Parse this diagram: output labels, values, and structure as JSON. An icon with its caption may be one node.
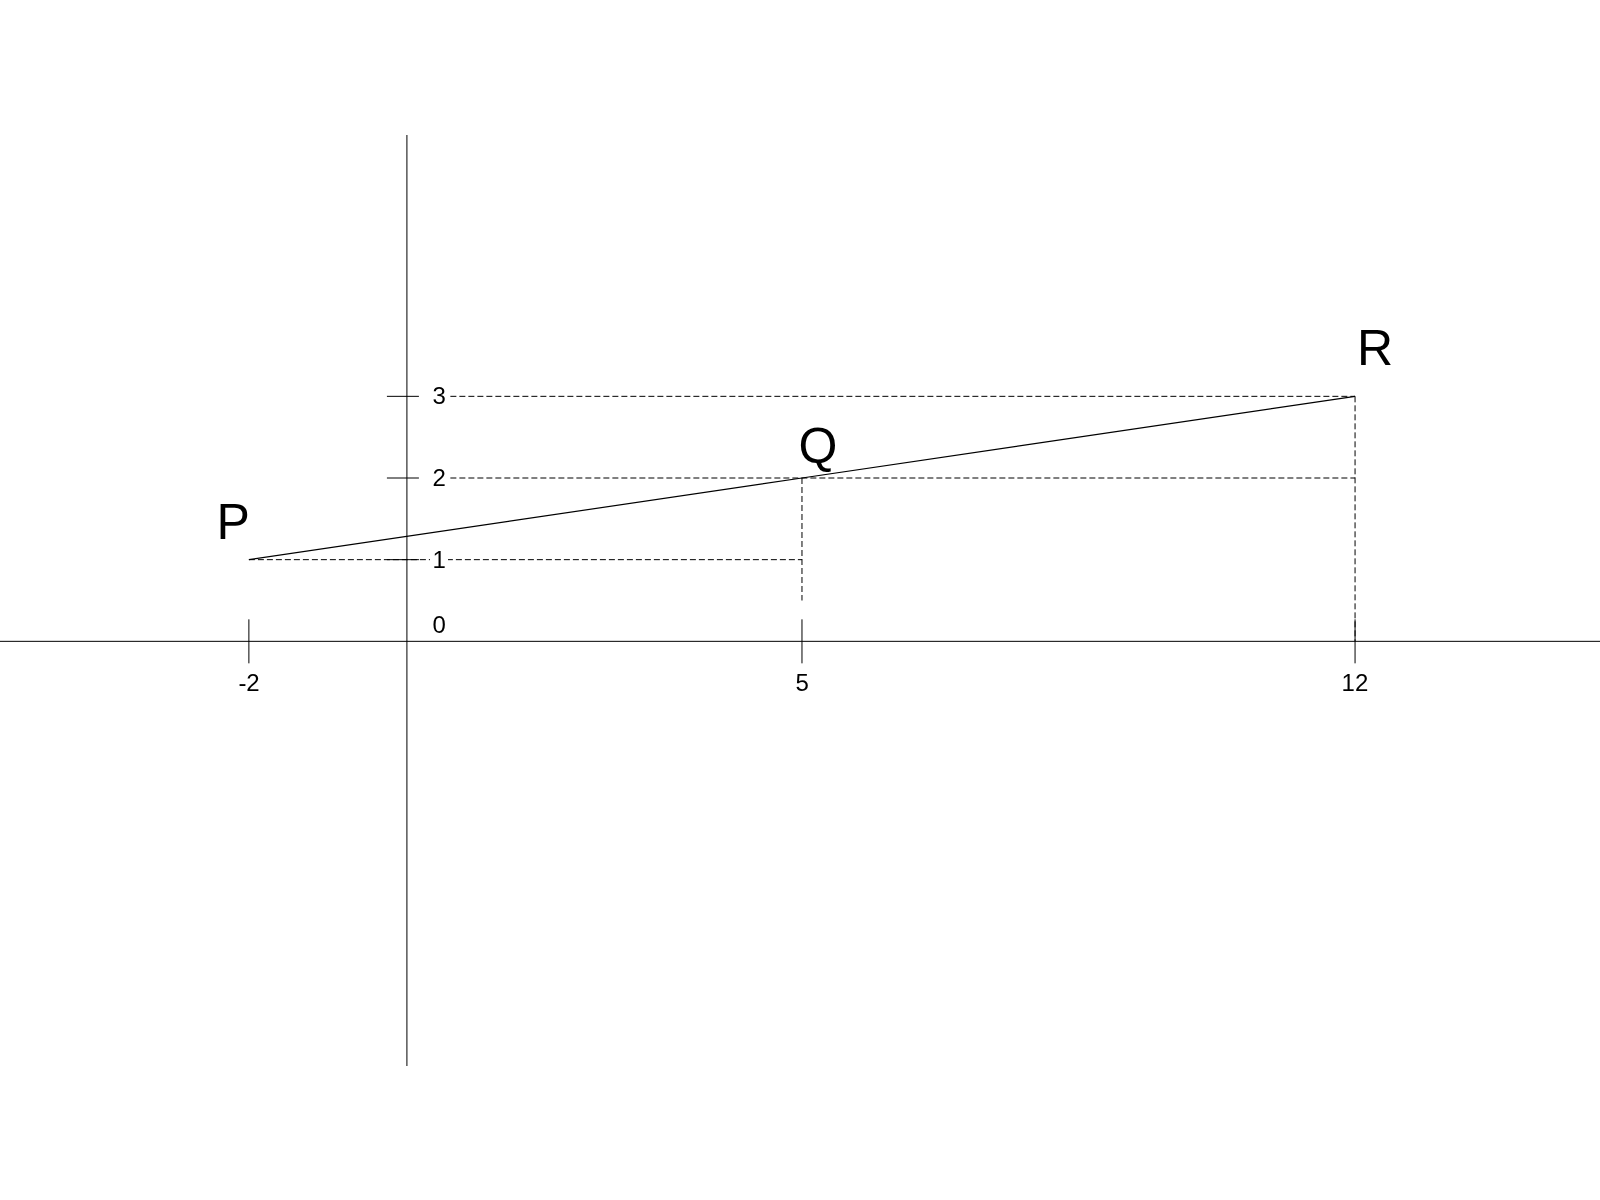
{
  "diagram": {
    "chart_data": {
      "type": "line",
      "x": [
        -2,
        5,
        12
      ],
      "series": [
        {
          "color": "#000000",
          "values": [
            1,
            2,
            3
          ]
        }
      ],
      "xlim": [
        -5.15,
        15.1
      ],
      "ylim": [
        -5.2,
        6.2
      ],
      "ref_lines": [
        {
          "axis": "y",
          "value": 2
        }
      ],
      "xticks": [
        -2,
        5,
        12
      ],
      "yticks": [
        0,
        1,
        2,
        3
      ],
      "annotations": [
        {
          "x": -2,
          "y": 1,
          "text": "P"
        },
        {
          "x": 5,
          "y": 2,
          "text": "Q"
        },
        {
          "x": 12,
          "y": 3,
          "text": "R"
        }
      ]
    }
  }
}
